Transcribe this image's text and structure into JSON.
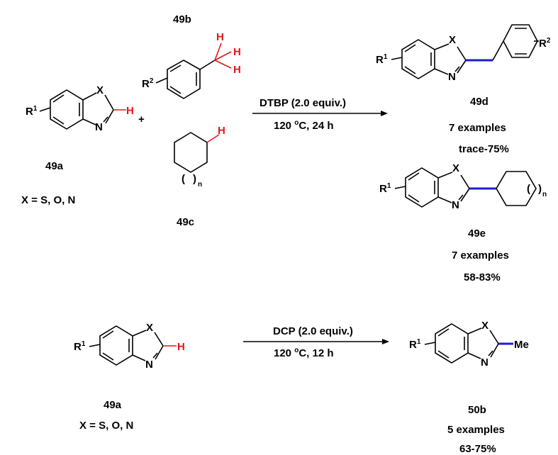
{
  "colors": {
    "highlight_h": "#e8141b",
    "new_bond": "#1c1cd6",
    "text": "#000000"
  },
  "reaction1": {
    "reactant": {
      "id": "49a",
      "x_def": "X = S, O, N",
      "x": "X",
      "n": "N",
      "h": "H",
      "r": "R",
      "r_sup": "1"
    },
    "plus": "+",
    "partner1": {
      "id": "49b",
      "r": "R",
      "r_sup": "2",
      "h": "H"
    },
    "partner2": {
      "id": "49c",
      "h": "H",
      "n_sub": "n"
    },
    "conditions": {
      "reagent": "DTBP (2.0 equiv.)",
      "temp": "120 ",
      "temp_sup": "o",
      "temp_rest": "C, 24 h"
    },
    "product1": {
      "id": "49d",
      "examples": "7 examples",
      "yield": "trace-75%",
      "x": "X",
      "n": "N",
      "r": "R",
      "r1_sup": "1",
      "r2_sup": "2"
    },
    "product2": {
      "id": "49e",
      "examples": "7 examples",
      "yield": "58-83%",
      "x": "X",
      "n": "N",
      "r": "R",
      "r_sup": "1",
      "paren_open": "(",
      "paren_close": ")",
      "n_sub": "n"
    }
  },
  "reaction2": {
    "reactant": {
      "id": "49a",
      "x_def": "X = S, O, N",
      "x": "X",
      "n": "N",
      "h": "H",
      "r": "R",
      "r_sup": "1"
    },
    "conditions": {
      "reagent": "DCP (2.0 equiv.)",
      "temp": "120 ",
      "temp_sup": "o",
      "temp_rest": "C, 12 h"
    },
    "product": {
      "id": "50b",
      "examples": "5 examples",
      "yield": "63-75%",
      "x": "X",
      "n": "N",
      "me": "Me",
      "r": "R",
      "r_sup": "1"
    }
  }
}
